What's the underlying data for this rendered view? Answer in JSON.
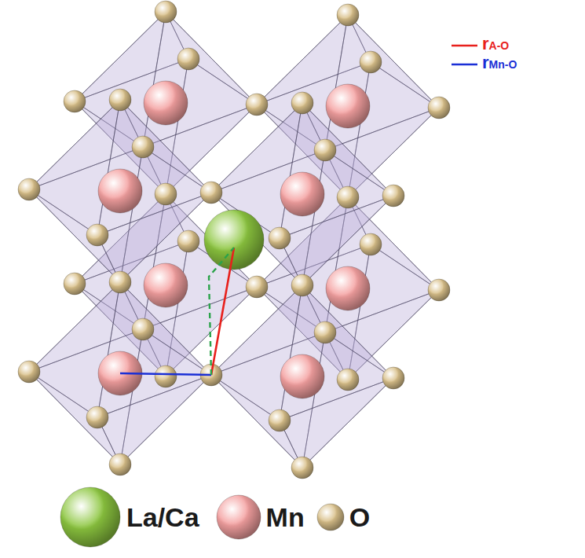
{
  "diagram": {
    "legend": [
      {
        "text": "rA-O"
      },
      {
        "text": "rMn-O"
      },
      {
        "text": "La/Ca",
        "color": "#8cc63f"
      },
      {
        "text": "Mn",
        "color": "#f4a0a0"
      },
      {
        "text": "O",
        "color": "#d9c08a"
      }
    ]
  }
}
